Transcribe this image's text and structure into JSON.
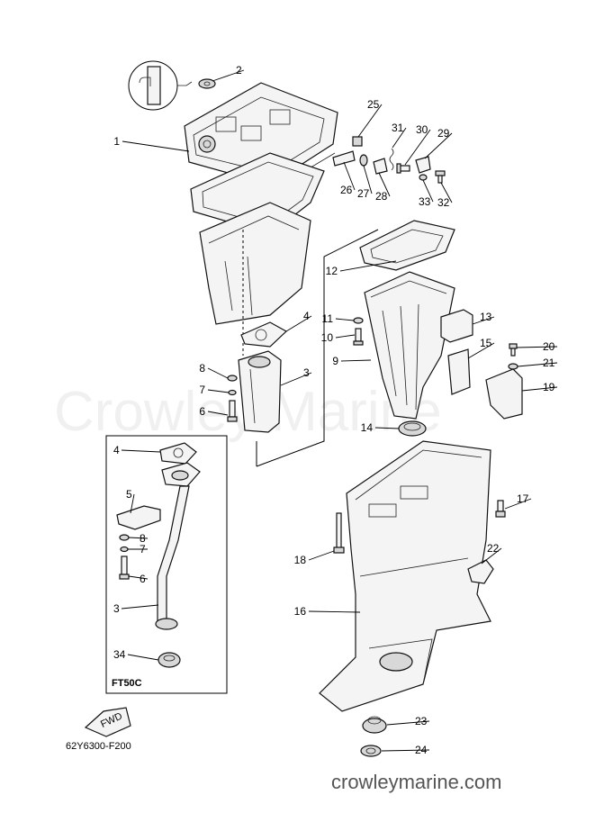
{
  "diagram": {
    "watermark": "Crowley Marine",
    "site": "crowleymarine.com",
    "drawing_code": "62Y6300-F200",
    "inset_label": "FT50C",
    "fwd_label": "FWD",
    "callouts": [
      "1",
      "2",
      "3",
      "4",
      "5",
      "6",
      "7",
      "8",
      "9",
      "10",
      "11",
      "12",
      "13",
      "14",
      "15",
      "16",
      "17",
      "18",
      "19",
      "20",
      "21",
      "22",
      "23",
      "24",
      "25",
      "26",
      "27",
      "28",
      "29",
      "30",
      "31",
      "32",
      "33",
      "34"
    ],
    "inset_callouts": [
      "4",
      "5",
      "8",
      "7",
      "6",
      "3",
      "34"
    ]
  }
}
